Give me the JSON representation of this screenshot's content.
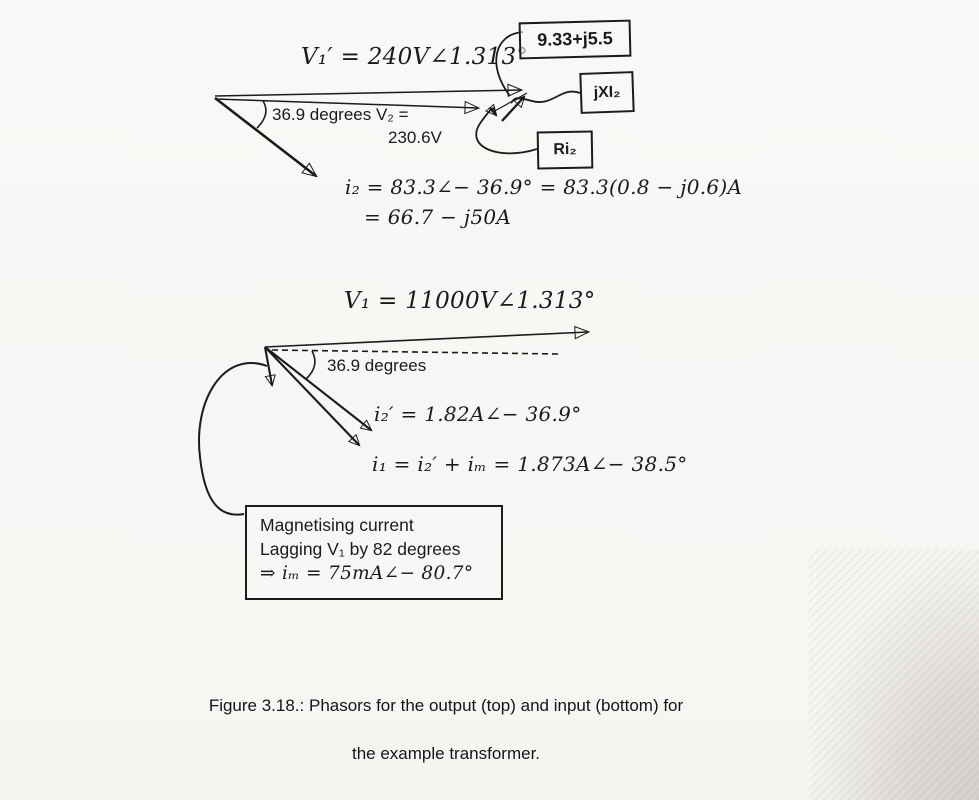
{
  "page": {
    "ink_color": "#1b1b1b",
    "background_color": "#f7f6f3"
  },
  "top_diagram": {
    "v1_prime_label": "V₁′ = 240V∠1.313°",
    "angle_v2_label_line1": "36.9 degrees V₂ =",
    "angle_v2_label_line2": "230.6V",
    "i2_equation_line1": "i₂ = 83.3∠− 36.9° = 83.3(0.8 − j0.6)A",
    "i2_equation_line2": "= 66.7 − j50A",
    "impedance_box_label": "9.33+j5.5",
    "reactance_drop_box_label": "jXI₂",
    "resistance_drop_box_label": "Ri₂"
  },
  "bottom_diagram": {
    "v1_label": "V₁ = 11000V∠1.313°",
    "angle_label": "36.9 degrees",
    "i2_prime_equation": "i₂′ = 1.82A∠− 36.9°",
    "i1_equation": "i₁ = i₂′ + iₘ = 1.873A∠− 38.5°",
    "mag_box_line1": "Magnetising current",
    "mag_box_line2": "Lagging V₁ by 82 degrees",
    "mag_box_line3": "⇒ iₘ = 75mA∠− 80.7°"
  },
  "caption": {
    "line1": "Figure 3.18.: Phasors for the output (top) and input (bottom) for",
    "line2": "the example transformer."
  }
}
